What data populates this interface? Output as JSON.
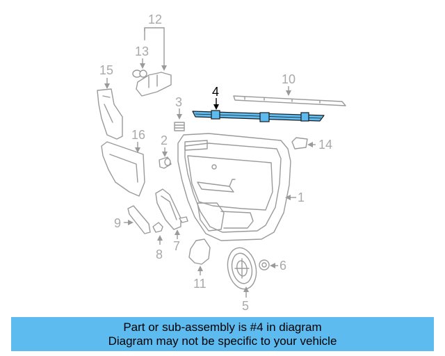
{
  "diagram": {
    "callouts": {
      "c1": "1",
      "c2": "2",
      "c3": "3",
      "c4": "4",
      "c5": "5",
      "c6": "6",
      "c7": "7",
      "c8": "8",
      "c9": "9",
      "c10": "10",
      "c11": "11",
      "c12": "12",
      "c13": "13",
      "c14": "14",
      "c15": "15",
      "c16": "16"
    },
    "highlight_color": "#5ebbf0",
    "line_color": "#9a9a9a"
  },
  "banner": {
    "line1": "Part or sub-assembly is #4 in diagram",
    "line2": "Diagram may not be specific to your vehicle",
    "background": "#5ebbf0"
  }
}
